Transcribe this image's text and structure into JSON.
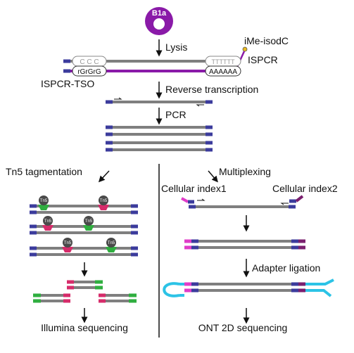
{
  "cell_label": "B1a",
  "steps": {
    "lysis": "Lysis",
    "reverse_transcription": "Reverse transcription",
    "pcr": "PCR",
    "tn5_tagmentation": "Tn5 tagmentation",
    "multiplexing": "Multiplexing",
    "adapter_ligation": "Adapter ligation",
    "illumina_sequencing": "Illumina sequencing",
    "ont_sequencing": "ONT 2D sequencing"
  },
  "labels": {
    "ime_isodc": "iMe-isodC",
    "ispcr": "ISPCR",
    "ispcr_tso": "ISPCR-TSO",
    "tso_seq": "C C C",
    "rg_seq": "rGrGrG",
    "polyt_seq": "TTTTTT",
    "polya_seq": "AAAAAA",
    "cellular_index1": "Cellular index1",
    "cellular_index2": "Cellular index2",
    "tn5": "Tn5"
  },
  "colors": {
    "purple": "#8a1aa8",
    "gray": "#7f7f7f",
    "blue_end": "#3b3b9c",
    "tn5_red": "#d62b6a",
    "tn5_green": "#2fae3f",
    "index1_magenta": "#e03cc8",
    "index2_purple": "#7a1f6e",
    "ont_cyan": "#2cc3e6",
    "ime_gold": "#e8b820"
  }
}
